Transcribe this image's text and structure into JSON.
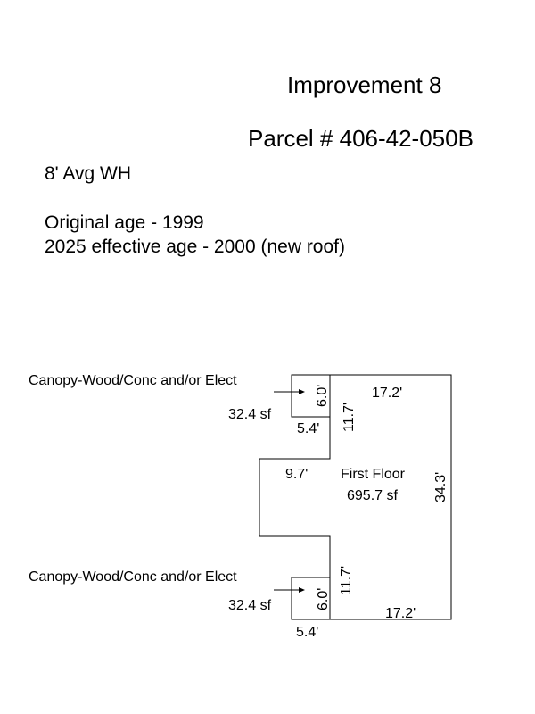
{
  "header": {
    "title": "Improvement 8",
    "parcel": "Parcel # 406-42-050B"
  },
  "notes": {
    "wall_height": "8' Avg WH",
    "original_age": "Original age - 1999",
    "effective_age": "2025 effective age - 2000 (new roof)"
  },
  "sketch": {
    "main_area": {
      "name": "First Floor",
      "area": "695.7 sf",
      "dim_top": "17.2'",
      "dim_bottom": "17.2'",
      "dim_right": "34.3'",
      "dim_upper_left": "11.7'",
      "dim_lower_left": "11.7'",
      "dim_notch": "9.7'"
    },
    "canopy_top": {
      "label": "Canopy-Wood/Conc and/or Elect",
      "area": "32.4 sf",
      "dim_height": "6.0'",
      "dim_width": "5.4'"
    },
    "canopy_bottom": {
      "label": "Canopy-Wood/Conc and/or Elect",
      "area": "32.4 sf",
      "dim_height": "6.0'",
      "dim_width": "5.4'"
    }
  }
}
